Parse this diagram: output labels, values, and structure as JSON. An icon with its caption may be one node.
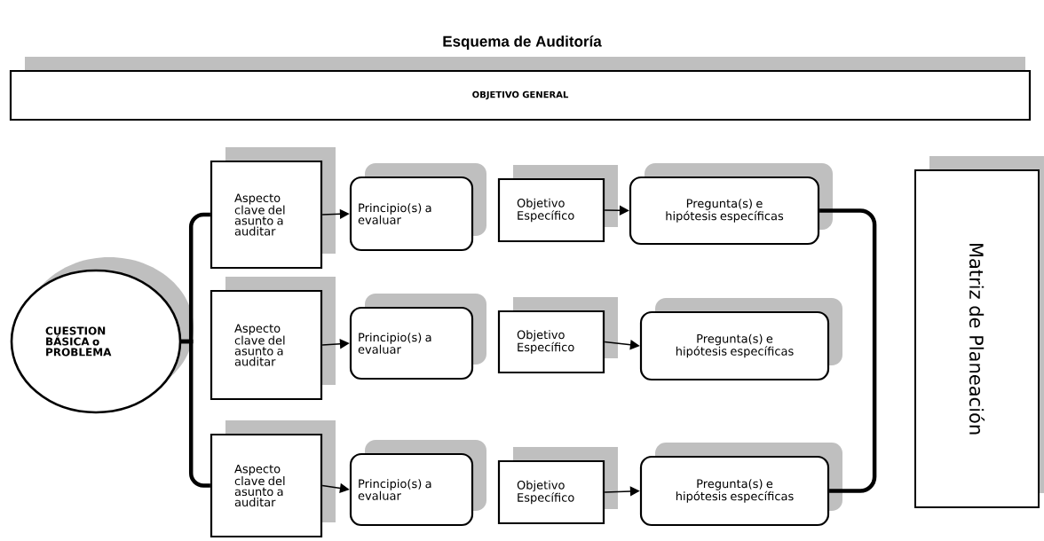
{
  "diagram": {
    "title": "Esquema de Auditoría",
    "nodes": [
      {
        "text": [
          "OBJETIVO GENERAL"
        ]
      },
      {
        "text": [
          "CUESTION BÁSICA o PROBLEMA"
        ]
      },
      {
        "text": [
          "Aspecto clave del asunto a auditar"
        ]
      },
      {
        "text": [
          "Principio(s) a evaluar"
        ]
      },
      {
        "text": [
          "Objetivo Específico"
        ]
      },
      {
        "text": [
          "Pregunta(s) e hipótesis específicas"
        ]
      },
      {
        "text": [
          "Aspecto clave del asunto a auditar"
        ]
      },
      {
        "text": [
          "Principio(s) a evaluar"
        ]
      },
      {
        "text": [
          "Objetivo Específico"
        ]
      },
      {
        "text": [
          "Pregunta(s) e hipótesis específicas"
        ]
      },
      {
        "text": [
          "Aspecto clave del asunto a auditar"
        ]
      },
      {
        "text": [
          "Principio(s) a evaluar"
        ]
      },
      {
        "text": [
          "Objetivo Específico"
        ]
      },
      {
        "text": [
          "Pregunta(s) e hipótesis específicas"
        ]
      },
      {
        "text": [
          "Matriz de Planeación"
        ]
      }
    ],
    "edges": [
      {
        "from": 1,
        "to": 2,
        "arrow": "none",
        "style": "thick"
      },
      {
        "from": 1,
        "to": 10,
        "arrow": "none",
        "style": "thick"
      },
      {
        "from": 2,
        "to": 3,
        "arrow": "to"
      },
      {
        "from": 4,
        "to": 5,
        "arrow": "to"
      },
      {
        "from": 6,
        "to": 7,
        "arrow": "to"
      },
      {
        "from": 8,
        "to": 9,
        "arrow": "to"
      },
      {
        "from": 10,
        "to": 11,
        "arrow": "to"
      },
      {
        "from": 12,
        "to": 13,
        "arrow": "to"
      },
      {
        "from": 5,
        "to": 13,
        "arrow": "none",
        "style": "thick"
      }
    ]
  }
}
